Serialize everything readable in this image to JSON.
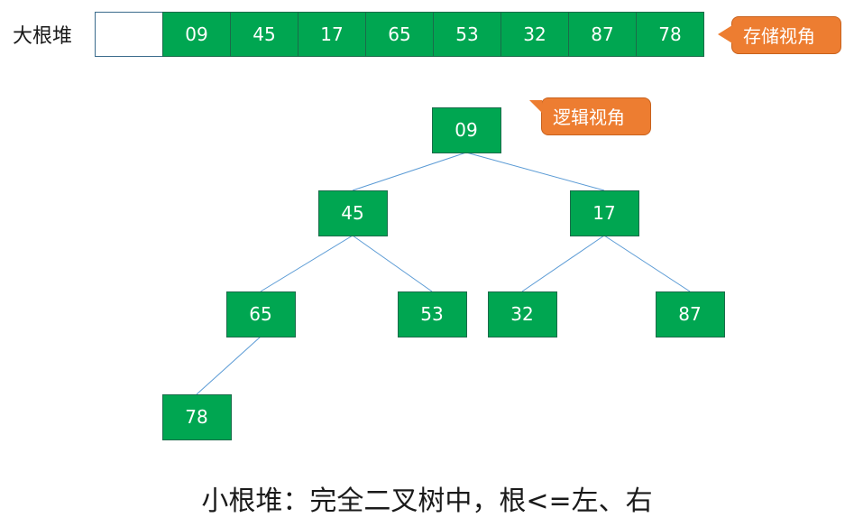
{
  "array": {
    "label": "大根堆",
    "cells": [
      "",
      "09",
      "45",
      "17",
      "65",
      "53",
      "32",
      "87",
      "78"
    ]
  },
  "callouts": {
    "storage": "存储视角",
    "logical": "逻辑视角"
  },
  "tree": {
    "nodes": [
      "09",
      "45",
      "17",
      "65",
      "53",
      "32",
      "87",
      "78"
    ],
    "edges": [
      [
        0,
        1
      ],
      [
        0,
        2
      ],
      [
        1,
        3
      ],
      [
        1,
        4
      ],
      [
        2,
        5
      ],
      [
        2,
        6
      ],
      [
        3,
        7
      ]
    ]
  },
  "caption": "小根堆：完全二叉树中，根<=左、右",
  "colors": {
    "node_fill": "#00a651",
    "node_border": "#1b6b4a",
    "callout_fill": "#ed7d31",
    "edge": "#5b9bd5",
    "text_on_node": "#ffffff"
  }
}
